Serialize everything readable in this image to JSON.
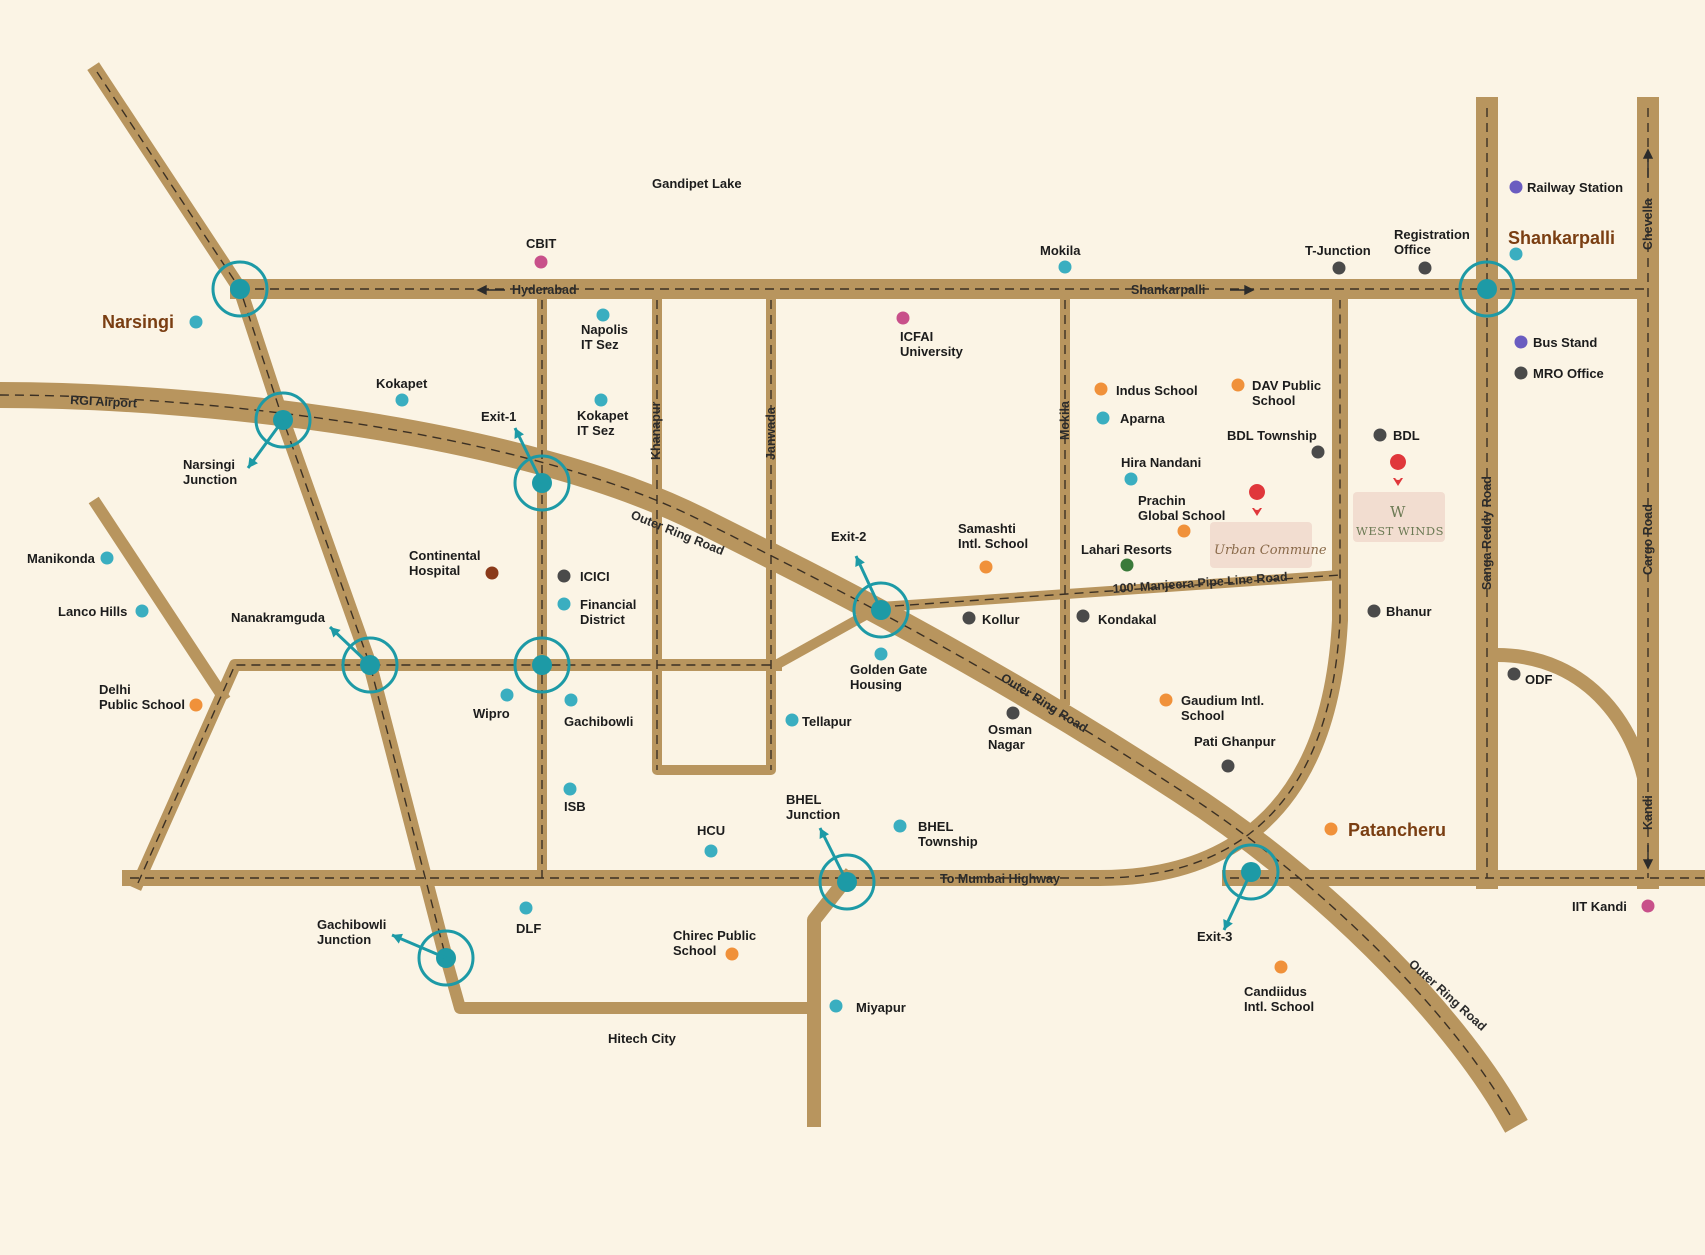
{
  "colors": {
    "background": "#fbf4e5",
    "road": "#b8955e",
    "junction": "#1d9aa6",
    "teal": "#3aaec0",
    "orange": "#f0913a",
    "magenta": "#c8508a",
    "gray": "#4a4a4a",
    "purple": "#6a5cc0",
    "green": "#3a7a3a",
    "brown": "#8a3a1a",
    "pin": "#e0373b"
  },
  "road_labels": {
    "hyderabad": "Hyderabad",
    "shankarpalli": "Shankarpalli",
    "rgi_airport": "RGI Airport",
    "outer_ring_road": "Outer Ring Road",
    "khanapur": "Khanapur",
    "janwada": "Janwada",
    "mokila_road": "Mokila",
    "manjeera": "100' Manjeera Pipe Line Road",
    "mumbai_highway": "To Mumbai Highway",
    "sanga_reddy": "Sanga Reddy Road",
    "cargo_road": "Cargo Road",
    "chevella": "Chevella",
    "kandi": "Kandi"
  },
  "towns": {
    "narsingi": "Narsingi",
    "shankarpalli": "Shankarpalli",
    "patancheru": "Patancheru"
  },
  "places": [
    {
      "id": "gandipet",
      "label": "Gandipet Lake",
      "color": null
    },
    {
      "id": "cbit",
      "label": "CBIT",
      "color": "magenta"
    },
    {
      "id": "mokila",
      "label": "Mokila",
      "color": "teal"
    },
    {
      "id": "t-junction",
      "label": "T-Junction",
      "color": "gray"
    },
    {
      "id": "registration",
      "label": "Registration|Office",
      "color": "gray"
    },
    {
      "id": "railway",
      "label": "Railway Station",
      "color": "purple"
    },
    {
      "id": "napolis",
      "label": "Napolis|IT Sez",
      "color": "teal"
    },
    {
      "id": "icfai",
      "label": "ICFAI|University",
      "color": "magenta"
    },
    {
      "id": "bus-stand",
      "label": "Bus Stand",
      "color": "purple"
    },
    {
      "id": "mro",
      "label": "MRO Office",
      "color": "gray"
    },
    {
      "id": "kokapet",
      "label": "Kokapet",
      "color": "teal"
    },
    {
      "id": "kokapet-sez",
      "label": "Kokapet|IT Sez",
      "color": "teal"
    },
    {
      "id": "indus",
      "label": "Indus School",
      "color": "orange"
    },
    {
      "id": "aparna",
      "label": "Aparna",
      "color": "teal"
    },
    {
      "id": "dav",
      "label": "DAV Public|School",
      "color": "orange"
    },
    {
      "id": "bdl-township",
      "label": "BDL Township",
      "color": "gray"
    },
    {
      "id": "bdl",
      "label": "BDL",
      "color": "gray"
    },
    {
      "id": "hira",
      "label": "Hira Nandani",
      "color": "teal"
    },
    {
      "id": "prachin",
      "label": "Prachin|Global School",
      "color": "orange"
    },
    {
      "id": "samashti",
      "label": "Samashti|Intl. School",
      "color": "orange"
    },
    {
      "id": "lahari",
      "label": "Lahari Resorts",
      "color": "green"
    },
    {
      "id": "manikonda",
      "label": "Manikonda",
      "color": "teal"
    },
    {
      "id": "continental",
      "label": "Continental|Hospital",
      "color": "brown"
    },
    {
      "id": "icici",
      "label": "ICICI",
      "color": "gray"
    },
    {
      "id": "financial",
      "label": "Financial|District",
      "color": "teal"
    },
    {
      "id": "lanco",
      "label": "Lanco Hills",
      "color": "teal"
    },
    {
      "id": "kollur",
      "label": "Kollur",
      "color": "gray"
    },
    {
      "id": "kondakal",
      "label": "Kondakal",
      "color": "gray"
    },
    {
      "id": "bhanur",
      "label": "Bhanur",
      "color": "gray"
    },
    {
      "id": "golden-gate",
      "label": "Golden Gate|Housing",
      "color": "teal"
    },
    {
      "id": "odf",
      "label": "ODF",
      "color": "gray"
    },
    {
      "id": "dps",
      "label": "Delhi|Public School",
      "color": "orange"
    },
    {
      "id": "wipro",
      "label": "Wipro",
      "color": "teal"
    },
    {
      "id": "gachibowli",
      "label": "Gachibowli",
      "color": "teal"
    },
    {
      "id": "tellapur",
      "label": "Tellapur",
      "color": "teal"
    },
    {
      "id": "osman",
      "label": "Osman|Nagar",
      "color": "gray"
    },
    {
      "id": "gaudium",
      "label": "Gaudium Intl.|School",
      "color": "orange"
    },
    {
      "id": "pati",
      "label": "Pati Ghanpur",
      "color": "gray"
    },
    {
      "id": "isb",
      "label": "ISB",
      "color": "teal"
    },
    {
      "id": "hcu",
      "label": "HCU",
      "color": "teal"
    },
    {
      "id": "bhel-township",
      "label": "BHEL|Township",
      "color": "teal"
    },
    {
      "id": "dlf",
      "label": "DLF",
      "color": "teal"
    },
    {
      "id": "chirec",
      "label": "Chirec Public|School",
      "color": "orange"
    },
    {
      "id": "iit",
      "label": "IIT Kandi",
      "color": "magenta"
    },
    {
      "id": "candiidus",
      "label": "Candiidus|Intl. School",
      "color": "orange"
    },
    {
      "id": "miyapur",
      "label": "Miyapur",
      "color": "teal"
    },
    {
      "id": "hitech",
      "label": "Hitech City",
      "color": null
    }
  ],
  "junctions": [
    {
      "id": "narsingi-top"
    },
    {
      "id": "shankarpalli"
    },
    {
      "id": "narsingi-junction",
      "label": "Narsingi|Junction"
    },
    {
      "id": "exit-1",
      "label": "Exit-1"
    },
    {
      "id": "exit-2",
      "label": "Exit-2"
    },
    {
      "id": "nanakramguda",
      "label": "Nanakramguda"
    },
    {
      "id": "gachibowli-mid"
    },
    {
      "id": "bhel-junction",
      "label": "BHEL|Junction"
    },
    {
      "id": "exit-3",
      "label": "Exit-3"
    },
    {
      "id": "gachibowli-junction",
      "label": "Gachibowli|Junction"
    }
  ],
  "projects": {
    "urban": "Urban Commune",
    "westwinds": "WEST WINDS"
  }
}
